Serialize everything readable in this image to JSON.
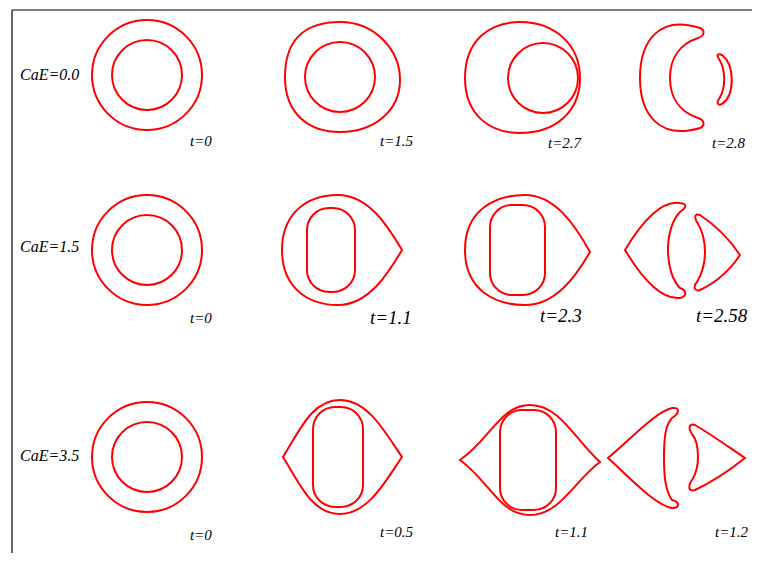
{
  "diagram": {
    "labels": [
      "CaE=0.0",
      "t=0",
      "t=1.5",
      "t=2.7",
      "t=2.8",
      "CaE=1.5",
      "t=0",
      "t=1.1",
      "t=2.3",
      "t=2.58",
      "CaE=3.5",
      "t=0",
      "t=0.5",
      "t=1.1",
      "t=1.2"
    ]
  }
}
